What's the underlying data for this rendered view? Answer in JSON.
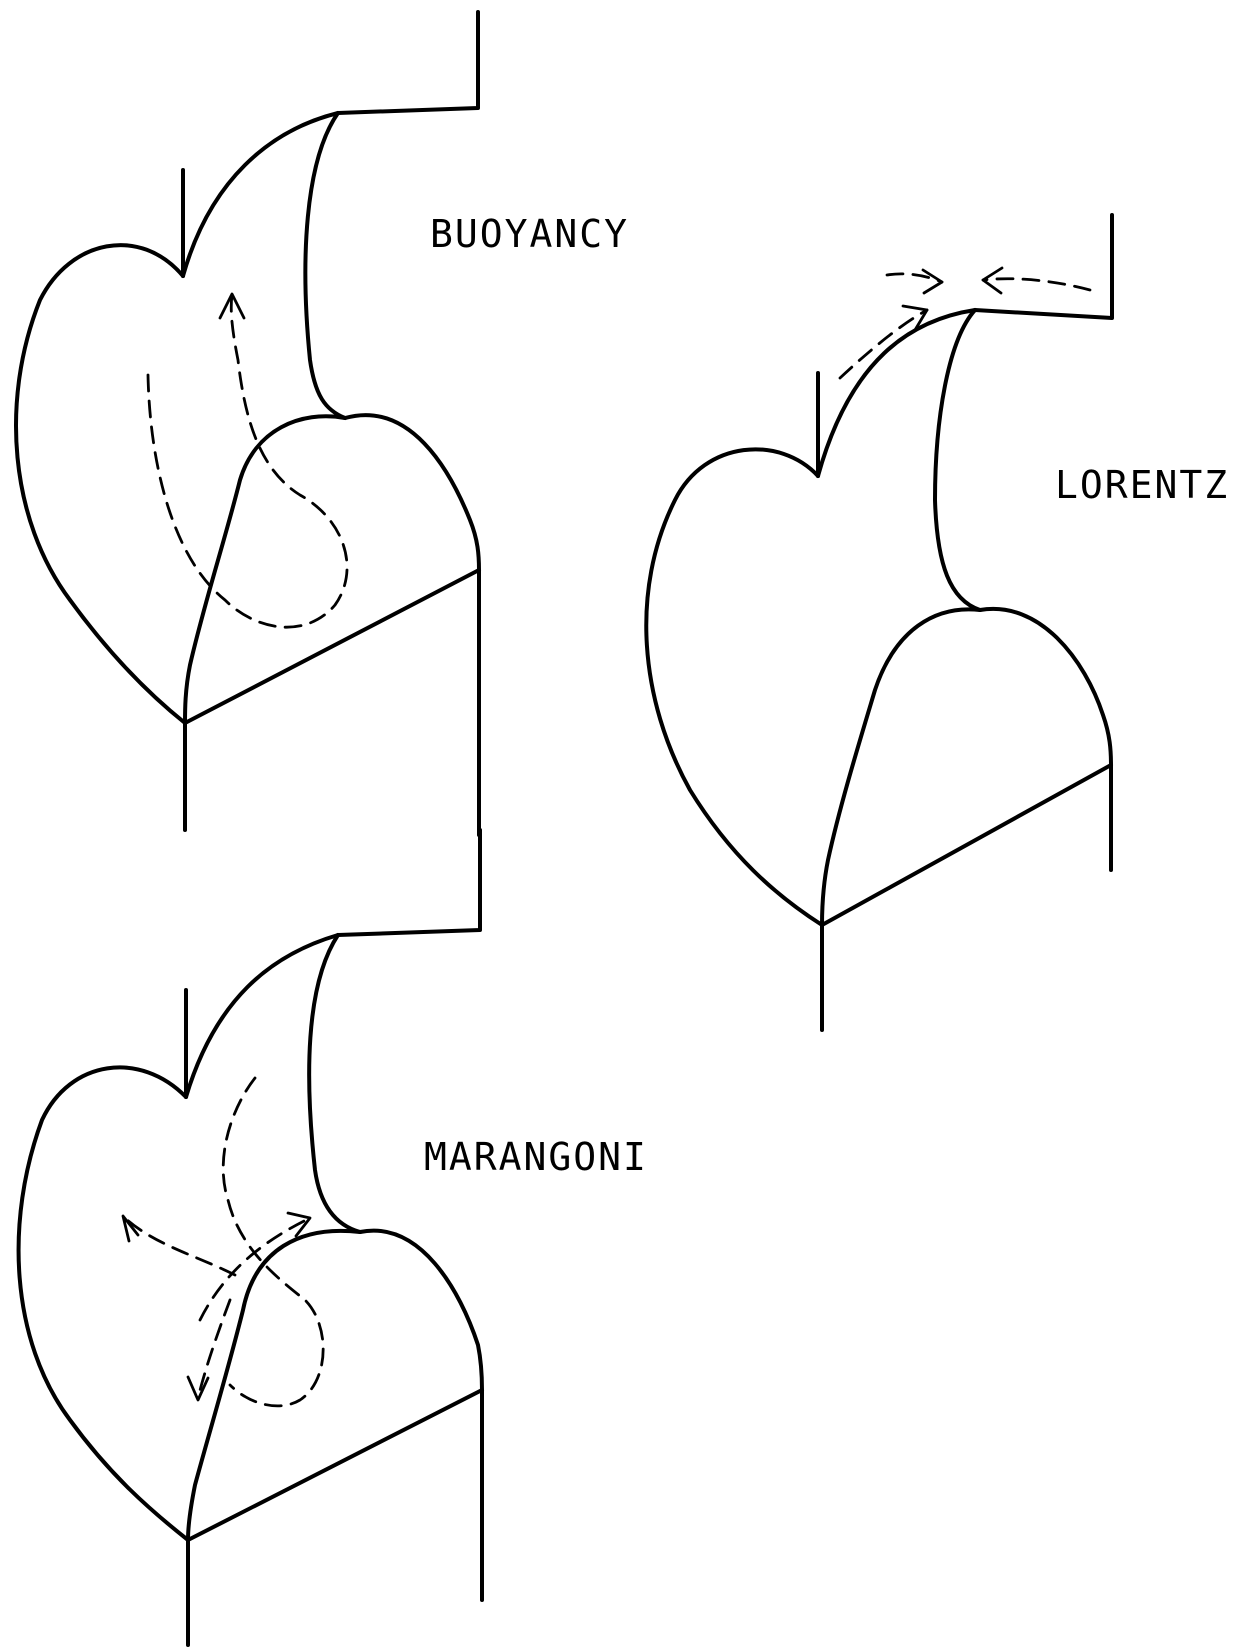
{
  "labels": {
    "buoyancy": "BUOYANCY",
    "lorentz": "LORENTZ",
    "marangoni": "MARANGONI"
  },
  "colors": {
    "line": "#000000",
    "background": "#ffffff"
  }
}
